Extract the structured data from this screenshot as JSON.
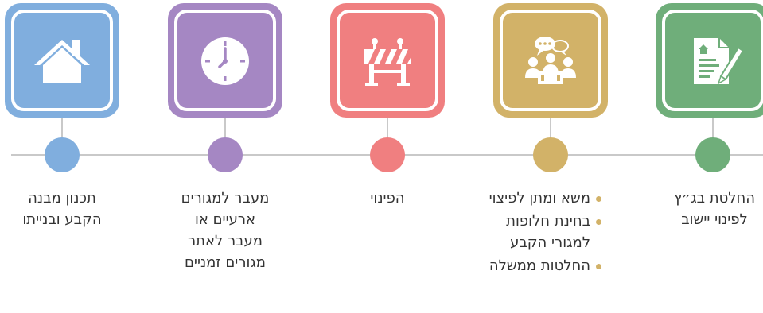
{
  "stages": [
    {
      "icon": "house-icon",
      "color": "#80aede",
      "lines": [
        "תכנון מבנה",
        "הקבע ובנייתו"
      ]
    },
    {
      "icon": "clock-icon",
      "color": "#a587c3",
      "lines": [
        "מעבר למגורים",
        "ארעיים או",
        "מעבר לאתר",
        "מגורים זמניים"
      ]
    },
    {
      "icon": "roadblock-icon",
      "color": "#f07f80",
      "lines": [
        "הפינוי"
      ]
    },
    {
      "icon": "meeting-icon",
      "color": "#d2b268",
      "bullets": [
        "משא ומתן לפיצוי",
        "בחינת חלופות למגורי הקבע",
        "החלטות ממשלה"
      ]
    },
    {
      "icon": "document-pen-icon",
      "color": "#6fae7a",
      "lines": [
        "החלטת בג״ץ",
        "לפינוי יישוב"
      ]
    }
  ]
}
